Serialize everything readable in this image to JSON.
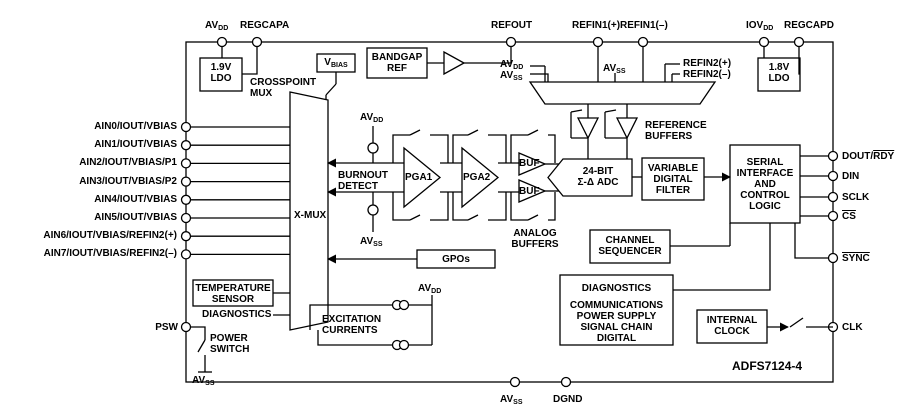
{
  "chip": {
    "part_number": "ADFS7124-4"
  },
  "top_pins": {
    "avdd": {
      "main": "AV",
      "sub": "DD"
    },
    "regcapa": "REGCAPA",
    "refout": "REFOUT",
    "refin1_pos": "REFIN1(+)",
    "refin1_neg": "REFIN1(–)",
    "iovdd": {
      "main": "IOV",
      "sub": "DD"
    },
    "regcapd": "REGCAPD"
  },
  "bottom_pins": {
    "avss": {
      "main": "AV",
      "sub": "SS"
    },
    "dgnd": "DGND"
  },
  "analog_inputs": [
    "AIN0/IOUT/VBIAS",
    "AIN1/IOUT/VBIAS",
    "AIN2/IOUT/VBIAS/P1",
    "AIN3/IOUT/VBIAS/P2",
    "AIN4/IOUT/VBIAS",
    "AIN5/IOUT/VBIAS",
    "AIN6/IOUT/VBIAS/REFIN2(+)",
    "AIN7/IOUT/VBIAS/REFIN2(–)"
  ],
  "left_misc": {
    "psw": "PSW",
    "power_switch": [
      "POWER",
      "SWITCH"
    ],
    "avss": {
      "main": "AV",
      "sub": "SS"
    }
  },
  "right_pins": [
    {
      "label": "DOUT/",
      "overbar": "RDY"
    },
    {
      "label": "DIN",
      "overbar": ""
    },
    {
      "label": "SCLK",
      "overbar": ""
    },
    {
      "label": "",
      "overbar": "CS"
    },
    {
      "label": "",
      "overbar": "SYNC"
    },
    {
      "label": "CLK",
      "overbar": ""
    }
  ],
  "blocks": {
    "ldo_left": [
      "1.9V",
      "LDO"
    ],
    "ldo_right": [
      "1.8V",
      "LDO"
    ],
    "vbias": {
      "main": "V",
      "sub": "BIAS"
    },
    "crosspoint_mux": [
      "CROSSPOINT",
      "MUX"
    ],
    "bandgap": [
      "BANDGAP",
      "REF"
    ],
    "ref_avdd": {
      "main": "AV",
      "sub": "DD"
    },
    "ref_avss": {
      "main": "AV",
      "sub": "SS"
    },
    "ref_avss_mid": {
      "main": "AV",
      "sub": "SS"
    },
    "refin2_pos": "REFIN2(+)",
    "refin2_neg": "REFIN2(–)",
    "reference_buffers": [
      "REFERENCE",
      "BUFFERS"
    ],
    "burnout_avdd": {
      "main": "AV",
      "sub": "DD"
    },
    "burnout_avss": {
      "main": "AV",
      "sub": "SS"
    },
    "burnout_detect": [
      "BURNOUT",
      "DETECT"
    ],
    "xmux": "X-MUX",
    "pga1": "PGA1",
    "pga2": "PGA2",
    "buf_top": "BUF",
    "buf_bottom": "BUF",
    "analog_buffers": [
      "ANALOG",
      "BUFFERS"
    ],
    "adc": [
      "24-BIT",
      "Σ-Δ ADC"
    ],
    "digital_filter": [
      "VARIABLE",
      "DIGITAL",
      "FILTER"
    ],
    "serial_interface": [
      "SERIAL",
      "INTERFACE",
      "AND",
      "CONTROL",
      "LOGIC"
    ],
    "channel_sequencer": [
      "CHANNEL",
      "SEQUENCER"
    ],
    "gpos": "GPOs",
    "diagnostics_box": [
      "DIAGNOSTICS",
      "COMMUNICATIONS",
      "POWER SUPPLY",
      "SIGNAL CHAIN",
      "DIGITAL"
    ],
    "temperature_sensor": [
      "TEMPERATURE",
      "SENSOR"
    ],
    "diagnostics_label": "DIAGNOSTICS",
    "excitation_avdd": {
      "main": "AV",
      "sub": "DD"
    },
    "excitation_currents": [
      "EXCITATION",
      "CURRENTS"
    ],
    "internal_clock": [
      "INTERNAL",
      "CLOCK"
    ]
  }
}
